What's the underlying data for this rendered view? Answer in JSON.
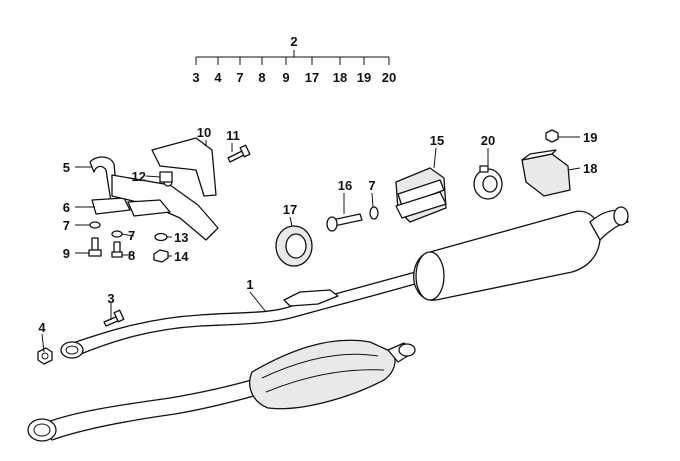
{
  "title_callout": "2",
  "kit_items": [
    "3",
    "4",
    "7",
    "8",
    "9",
    "17",
    "18",
    "19",
    "20"
  ],
  "callouts": {
    "c1": "1",
    "c3": "3",
    "c4": "4",
    "c5": "5",
    "c6": "6",
    "c7a": "7",
    "c7b": "7",
    "c7c": "7",
    "c8": "8",
    "c9": "9",
    "c10": "10",
    "c11": "11",
    "c12": "12",
    "c13": "13",
    "c14": "14",
    "c15": "15",
    "c16": "16",
    "c17": "17",
    "c18": "18",
    "c19": "19",
    "c20": "20"
  }
}
